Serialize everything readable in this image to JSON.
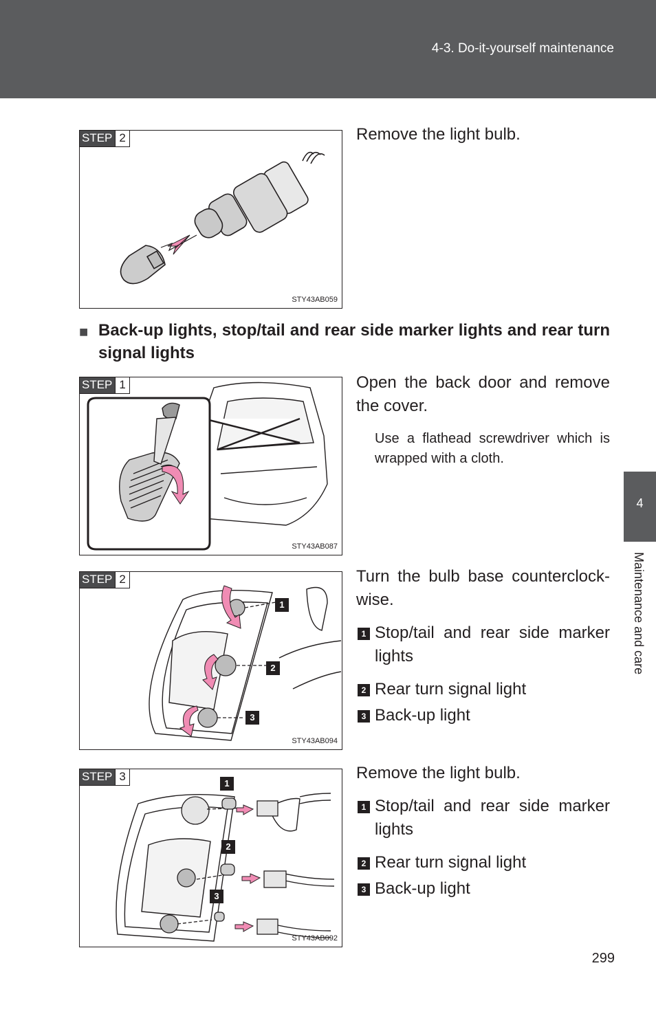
{
  "header": {
    "section": "4-3. Do-it-yourself maintenance"
  },
  "side_tab": {
    "chapter": "4",
    "label": "Maintenance and care"
  },
  "figures": [
    {
      "step_word": "STEP",
      "step_num": "2",
      "code": "STY43AB059"
    },
    {
      "step_word": "STEP",
      "step_num": "1",
      "code": "STY43AB087"
    },
    {
      "step_word": "STEP",
      "step_num": "2",
      "code": "STY43AB094",
      "callouts": [
        "1",
        "2",
        "3"
      ]
    },
    {
      "step_word": "STEP",
      "step_num": "3",
      "code": "STY43AB092",
      "callouts": [
        "1",
        "2",
        "3"
      ]
    }
  ],
  "block1": {
    "text": "Remove the light bulb."
  },
  "section": {
    "marker": "■",
    "heading": "Back-up lights, stop/tail and rear side marker lights and rear turn signal lights"
  },
  "block2": {
    "text": "Open the back door and remove the cover.",
    "note": "Use a flathead screwdriver which is wrapped with a cloth."
  },
  "block3": {
    "text": "Turn the bulb base counterclock-wise.",
    "items": [
      {
        "num": "1",
        "label": "Stop/tail and rear side marker lights"
      },
      {
        "num": "2",
        "label": "Rear turn signal light"
      },
      {
        "num": "3",
        "label": "Back-up light"
      }
    ]
  },
  "block4": {
    "text": "Remove the light bulb.",
    "items": [
      {
        "num": "1",
        "label": "Stop/tail and rear side marker lights"
      },
      {
        "num": "2",
        "label": "Rear turn signal light"
      },
      {
        "num": "3",
        "label": "Back-up light"
      }
    ]
  },
  "page_number": "299",
  "colors": {
    "header": "#5b5c5e",
    "arrow_pink": "#f08cb4",
    "ink": "#231f20"
  }
}
